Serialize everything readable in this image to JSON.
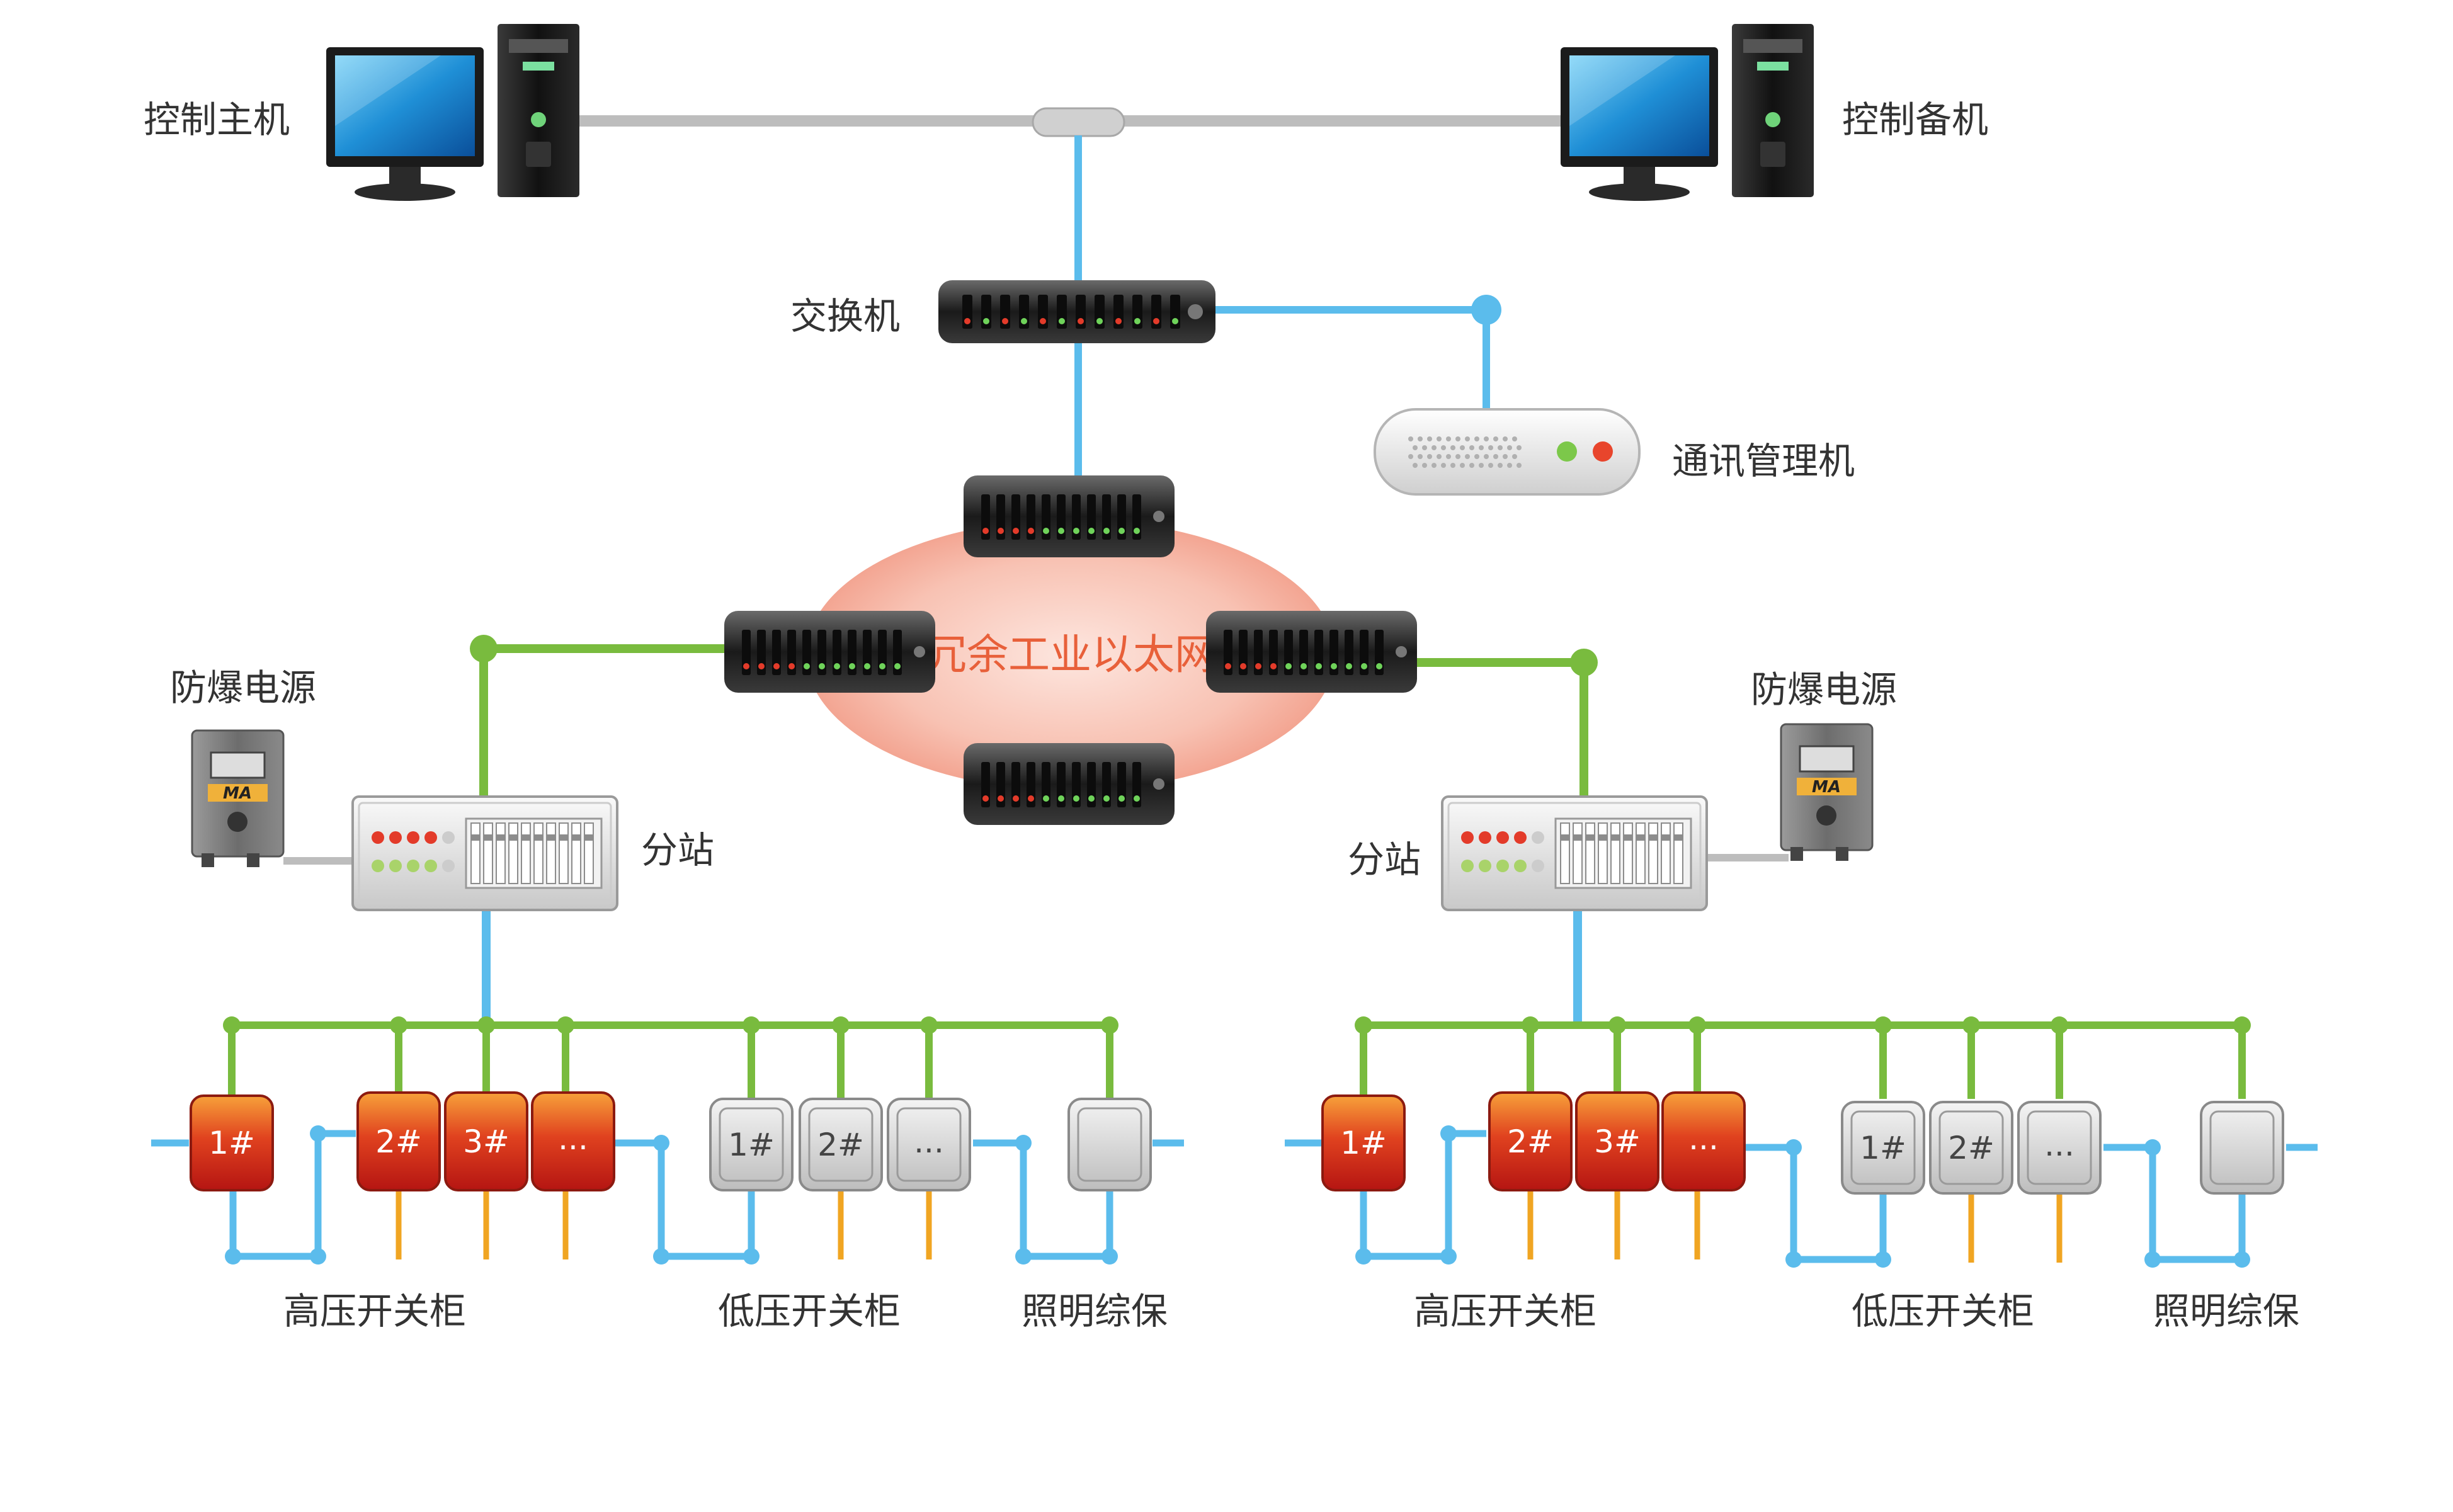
{
  "labels": {
    "control_host": "控制主机",
    "control_backup": "控制备机",
    "switch": "交换机",
    "comm_manager": "通讯管理机",
    "ring_network": "冗余工业以太网",
    "explosion_power_left": "防爆电源",
    "explosion_power_right": "防爆电源",
    "substation_left": "分站",
    "substation_right": "分站",
    "hv_cabinet_left": "高压开关柜",
    "lv_cabinet_left": "低压开关柜",
    "lighting_left": "照明综保",
    "hv_cabinet_right": "高压开关柜",
    "lv_cabinet_right": "低压开关柜",
    "lighting_right": "照明综保"
  },
  "badge": "MA",
  "hv_units": [
    "1#",
    "2#",
    "3#",
    "..."
  ],
  "lv_units": [
    "1#",
    "2#",
    "..."
  ],
  "colors": {
    "ethernet": "#5bbcec",
    "field_bus": "#79bb3e",
    "orange_link": "#f0a522",
    "gray_link": "#bdbdbd",
    "ring_fill": "#f6b9a9",
    "hv_red": "#d42a1c",
    "lv_gray": "#d5d5d5"
  }
}
